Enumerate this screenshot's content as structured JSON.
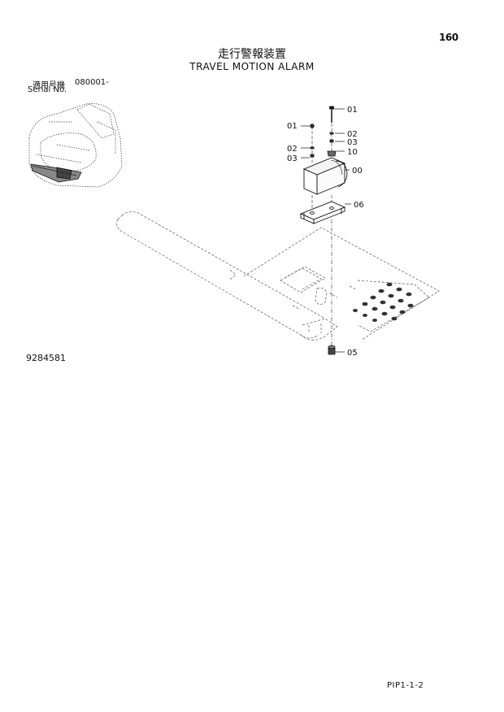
{
  "page": {
    "number": "160",
    "title_jp": "走行警報装置",
    "title_en": "TRAVEL MOTION ALARM",
    "serial_label_jp": "適用号機",
    "serial_range": "080001-",
    "serial_label_en": "Serial No.",
    "drawing_number": "9284581",
    "footer_code": "PIP1-1-2"
  },
  "callouts": [
    {
      "id": "c01a",
      "label": "01"
    },
    {
      "id": "c01b",
      "label": "01"
    },
    {
      "id": "c02a",
      "label": "02"
    },
    {
      "id": "c02b",
      "label": "02"
    },
    {
      "id": "c03a",
      "label": "03"
    },
    {
      "id": "c03b",
      "label": "03"
    },
    {
      "id": "c10",
      "label": "10"
    },
    {
      "id": "c00",
      "label": "00"
    },
    {
      "id": "c06",
      "label": "06"
    },
    {
      "id": "c05",
      "label": "05"
    }
  ]
}
